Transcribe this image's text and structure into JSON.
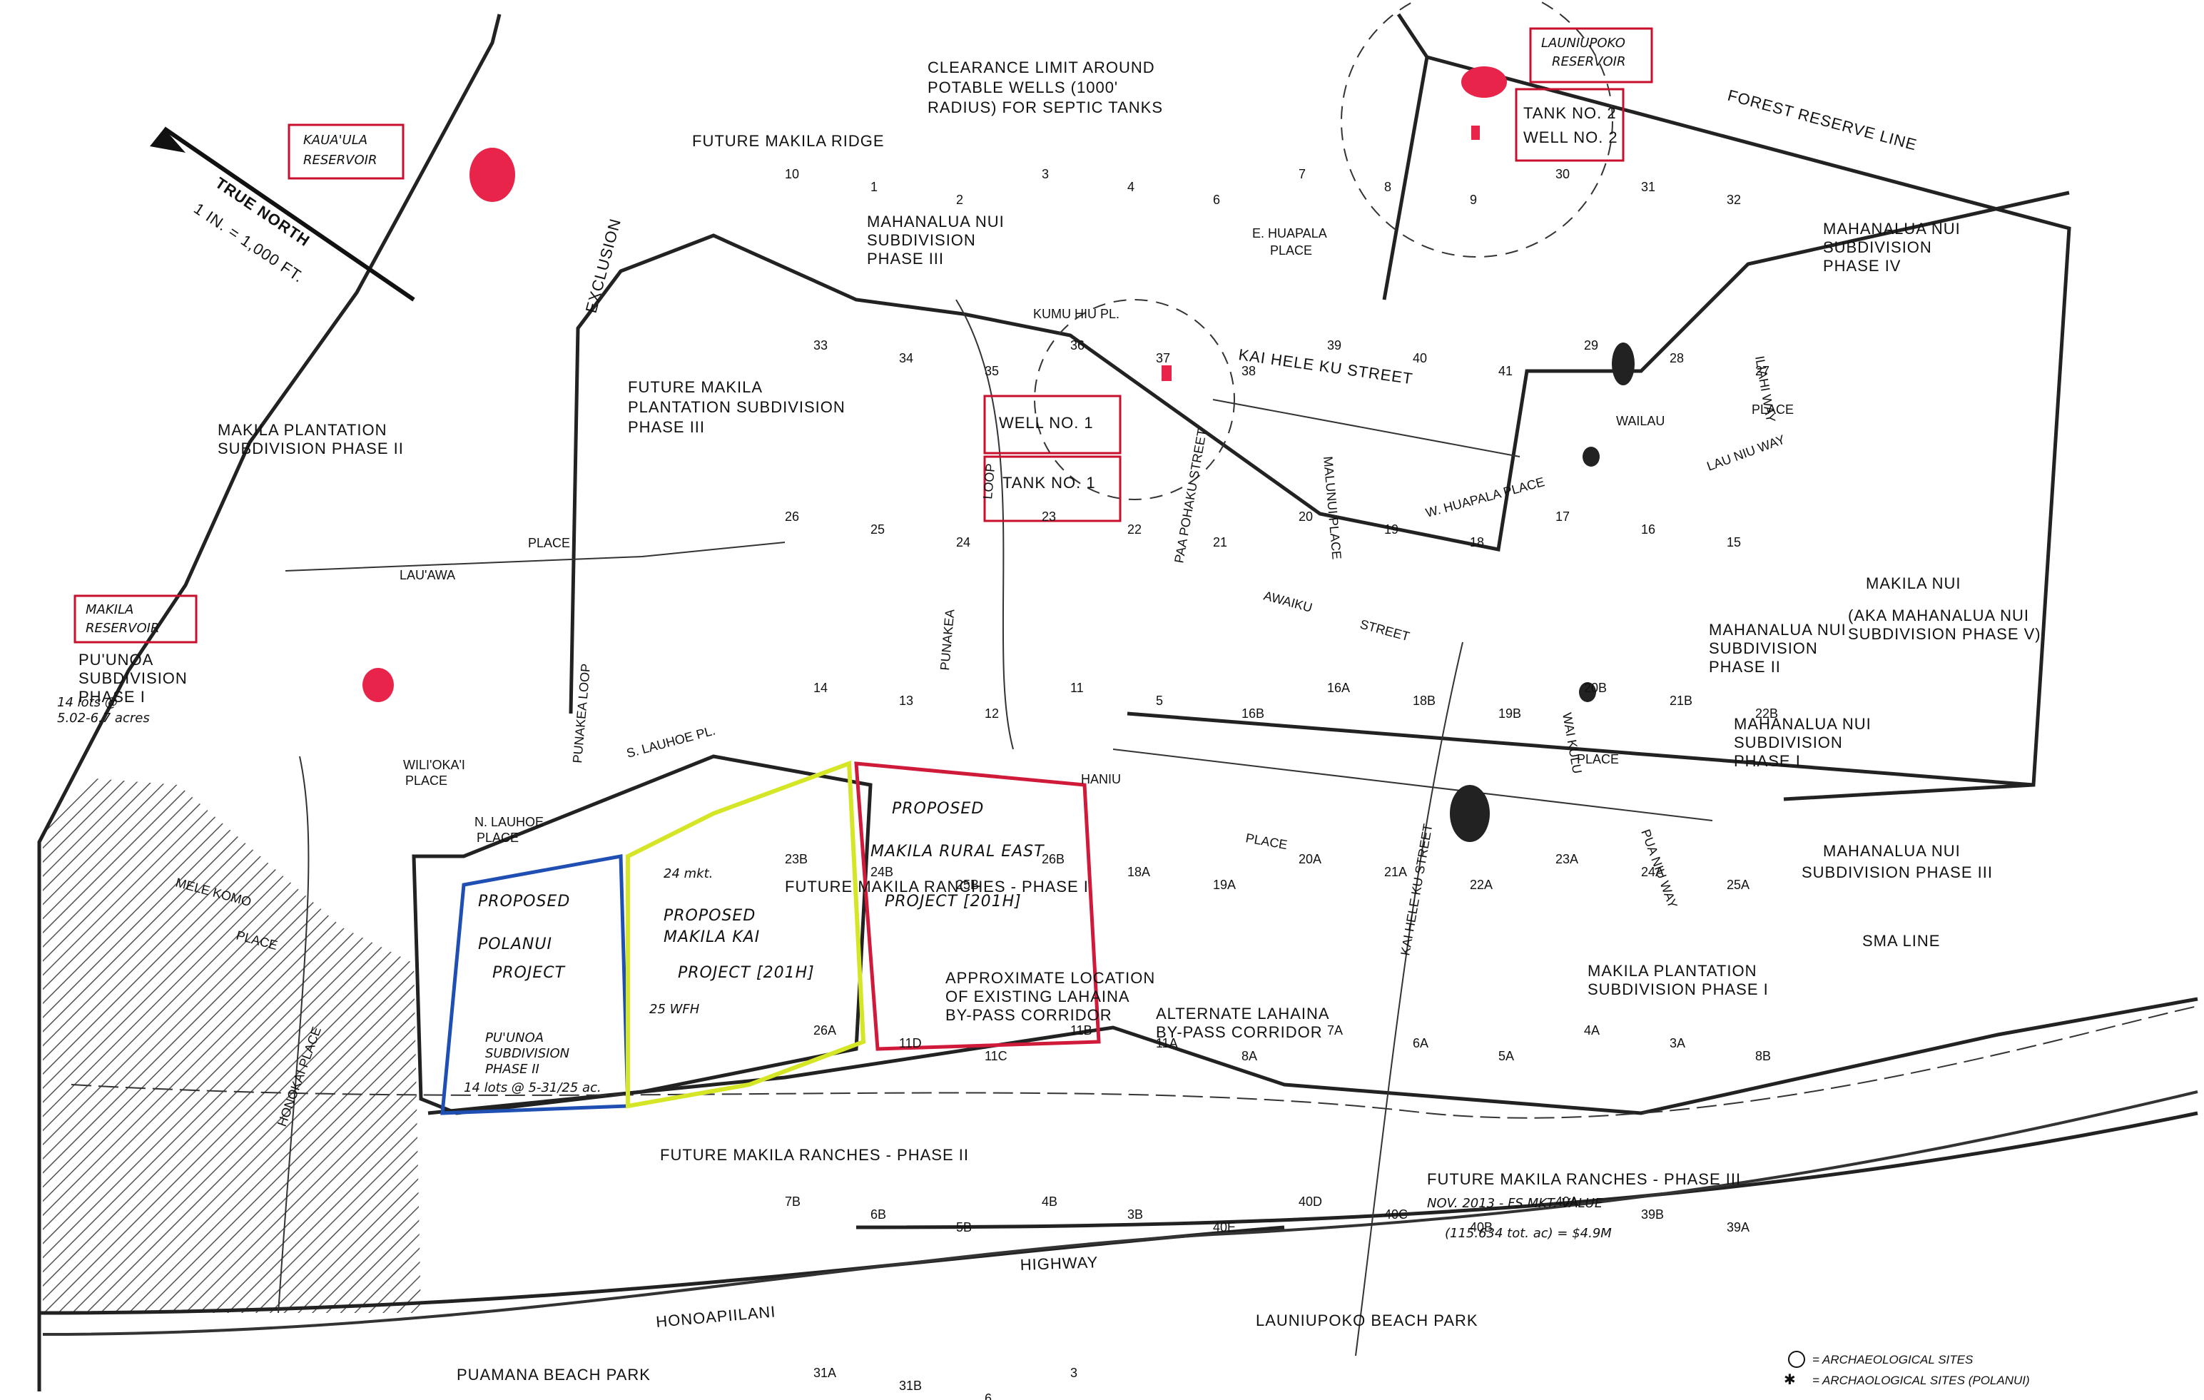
{
  "map": {
    "north_arrow": {
      "title": "TRUE NORTH",
      "scale": "1 IN. = 1,000 FT."
    },
    "labels": {
      "exclusion": "EXCLUSION",
      "future_makila_ridge": "FUTURE MAKILA RIDGE",
      "clearance_1": "CLEARANCE LIMIT AROUND",
      "clearance_2": "POTABLE WELLS (1000'",
      "clearance_3": "RADIUS) FOR SEPTIC TANKS",
      "forest_reserve": "FOREST RESERVE LINE",
      "mahanalua_nui_iii_1": "MAHANALUA NUI",
      "mahanalua_nui_iii_2": "SUBDIVISION",
      "mahanalua_nui_iii_3": "PHASE III",
      "mahanalua_nui_iv_1": "MAHANALUA NUI",
      "mahanalua_nui_iv_2": "SUBDIVISION",
      "mahanalua_nui_iv_3": "PHASE IV",
      "e_huapala_1": "E. HUAPALA",
      "e_huapala_2": "PLACE",
      "kumu_hiu": "KUMU HIU PL.",
      "kai_hele_ku_top": "KAI HELE KU STREET",
      "wailau": "WAILAU",
      "ilihi_way": "ILIAHI WAY",
      "place": "PLACE",
      "lau_niu_way": "LAU NIU WAY",
      "future_mp3_1": "FUTURE MAKILA",
      "future_mp3_2": "PLANTATION SUBDIVISION",
      "future_mp3_3": "PHASE III",
      "makila_plantation_ii_1": "MAKILA PLANTATION",
      "makila_plantation_ii_2": "SUBDIVISION PHASE II",
      "loop": "LOOP",
      "punakea": "PUNAKEA",
      "paa_pohaku": "PAA POHAKU STREET",
      "malunui": "MALUNUI PLACE",
      "w_huapala": "W. HUAPALA PLACE",
      "awaiku": "AWAIKU",
      "street": "STREET",
      "lau_awa": "LAU'AWA",
      "place_19": "PLACE",
      "punakea_loop": "PUNAKEA LOOP",
      "s_lauhoe": "S. LAUHOE PL.",
      "n_lauhoe_1": "N. LAUHOE",
      "n_lauhoe_2": "PLACE",
      "wili_oka_1": "WILI'OKA'I",
      "wili_oka_2": "PLACE",
      "puunoa_i_1": "PU'UNOA",
      "puunoa_i_2": "SUBDIVISION",
      "puunoa_i_3": "PHASE I",
      "mele_komo_1": "MELE KOMO",
      "mele_komo_2": "PLACE",
      "honokai_place": "HONOKAI PLACE",
      "haniu": "HANIU",
      "haniu_place": "PLACE",
      "future_ranches_i": "FUTURE MAKILA RANCHES - PHASE I",
      "approx_1": "APPROXIMATE LOCATION",
      "approx_2": "OF EXISTING LAHAINA",
      "approx_3": "BY-PASS CORRIDOR",
      "alt_1": "ALTERNATE LAHAINA",
      "alt_2": "BY-PASS CORRIDOR",
      "kai_hele_ku_street": "KAI HELE KU STREET",
      "makila_plantation_i_1": "MAKILA PLANTATION",
      "makila_plantation_i_2": "SUBDIVISION PHASE I",
      "mahanalua_nui_ii_1": "MAHANALUA NUI",
      "mahanalua_nui_ii_2": "SUBDIVISION",
      "mahanalua_nui_ii_3": "PHASE II",
      "mahanalua_nui_i_1": "MAHANALUA NUI",
      "mahanalua_nui_i_2": "SUBDIVISION",
      "mahanalua_nui_i_3": "PHASE I",
      "makila_nui_1": "MAKILA NUI",
      "makila_nui_2": "(AKA MAHANALUA NUI",
      "makila_nui_3": "SUBDIVISION PHASE V)",
      "wai_kulu": "WAI KULU",
      "pua_niu_way": "PUA NIU WAY",
      "place_22": "PLACE",
      "mahanalua_iii_1": "MAHANALUA NUI",
      "mahanalua_iii_2": "SUBDIVISION PHASE III",
      "sma_line": "SMA LINE",
      "future_ranches_ii": "FUTURE MAKILA RANCHES - PHASE II",
      "future_ranches_iii": "FUTURE MAKILA RANCHES - PHASE III",
      "highway": "HIGHWAY",
      "honoapiilani": "HONOAPIILANI",
      "launiupoko_beach": "LAUNIUPOKO BEACH PARK",
      "puamana_beach": "PUAMANA BEACH PARK"
    },
    "annotations": {
      "kauaula_reservoir_1": "KAUA'ULA",
      "kauaula_reservoir_2": "RESERVOIR",
      "launiupoko_reservoir_1": "LAUNIUPOKO",
      "launiupoko_reservoir_2": "RESERVOIR",
      "tank_2": "TANK NO. 2",
      "well_2": "WELL NO. 2",
      "well_1": "WELL NO. 1",
      "tank_1": "TANK NO. 1",
      "makila_reservoir_1": "MAKILA",
      "makila_reservoir_2": "RESERVOIR",
      "puunoa_lots_1": "14 lots @",
      "puunoa_lots_2": "5.02-6.7 acres",
      "polanui_1": "PROPOSED",
      "polanui_2": "POLANUI",
      "polanui_3": "PROJECT",
      "makila_kai_mkt": "24 mkt.",
      "makila_kai_1": "PROPOSED",
      "makila_kai_2": "MAKILA KAI",
      "makila_kai_3": "PROJECT [201H]",
      "makila_kai_wfh": "25 WFH",
      "rural_east_1": "PROPOSED",
      "rural_east_2": "MAKILA RURAL EAST",
      "rural_east_3": "PROJECT [201H]",
      "puunoa_ii_1": "PU'UNOA",
      "puunoa_ii_2": "SUBDIVISION",
      "puunoa_ii_3": "PHASE II",
      "puunoa_ii_4": "14 lots @ 5-31/25 ac.",
      "ranches_iii_value_1": "NOV. 2013 - FS MKT. VALUE",
      "ranches_iii_value_2": "(115.634 tot. ac) = $4.9M"
    },
    "legend": {
      "arch_sites": "= ARCHAEOLOGICAL SITES",
      "arch_sites_polanui": "= ARCHAOLOGICAL SITES (POLANUI)"
    },
    "lots": [
      {
        "id": "10"
      },
      {
        "id": "1"
      },
      {
        "id": "2"
      },
      {
        "id": "3"
      },
      {
        "id": "4"
      },
      {
        "id": "6"
      },
      {
        "id": "7"
      },
      {
        "id": "8"
      },
      {
        "id": "9"
      },
      {
        "id": "30"
      },
      {
        "id": "31"
      },
      {
        "id": "32"
      },
      {
        "id": "33"
      },
      {
        "id": "34"
      },
      {
        "id": "35"
      },
      {
        "id": "36"
      },
      {
        "id": "37"
      },
      {
        "id": "38"
      },
      {
        "id": "39"
      },
      {
        "id": "40"
      },
      {
        "id": "41"
      },
      {
        "id": "29"
      },
      {
        "id": "28"
      },
      {
        "id": "27"
      },
      {
        "id": "26"
      },
      {
        "id": "25"
      },
      {
        "id": "24"
      },
      {
        "id": "23"
      },
      {
        "id": "22"
      },
      {
        "id": "21"
      },
      {
        "id": "20"
      },
      {
        "id": "19"
      },
      {
        "id": "18"
      },
      {
        "id": "17"
      },
      {
        "id": "16"
      },
      {
        "id": "15"
      },
      {
        "id": "14"
      },
      {
        "id": "13"
      },
      {
        "id": "12"
      },
      {
        "id": "11"
      },
      {
        "id": "5"
      },
      {
        "id": "16B"
      },
      {
        "id": "16A"
      },
      {
        "id": "18B"
      },
      {
        "id": "19B"
      },
      {
        "id": "20B"
      },
      {
        "id": "21B"
      },
      {
        "id": "22B"
      },
      {
        "id": "23B"
      },
      {
        "id": "24B"
      },
      {
        "id": "25B"
      },
      {
        "id": "26B"
      },
      {
        "id": "18A"
      },
      {
        "id": "19A"
      },
      {
        "id": "20A"
      },
      {
        "id": "21A"
      },
      {
        "id": "22A"
      },
      {
        "id": "23A"
      },
      {
        "id": "24A"
      },
      {
        "id": "25A"
      },
      {
        "id": "26A"
      },
      {
        "id": "11D"
      },
      {
        "id": "11C"
      },
      {
        "id": "11B"
      },
      {
        "id": "11A"
      },
      {
        "id": "8A"
      },
      {
        "id": "7A"
      },
      {
        "id": "6A"
      },
      {
        "id": "5A"
      },
      {
        "id": "4A"
      },
      {
        "id": "3A"
      },
      {
        "id": "8B"
      },
      {
        "id": "7B"
      },
      {
        "id": "6B"
      },
      {
        "id": "5B"
      },
      {
        "id": "4B"
      },
      {
        "id": "3B"
      },
      {
        "id": "40E"
      },
      {
        "id": "40D"
      },
      {
        "id": "40C"
      },
      {
        "id": "40B"
      },
      {
        "id": "40A"
      },
      {
        "id": "39B"
      },
      {
        "id": "39A"
      },
      {
        "id": "31A"
      },
      {
        "id": "31B"
      },
      {
        "id": "6"
      },
      {
        "id": "3"
      }
    ]
  }
}
